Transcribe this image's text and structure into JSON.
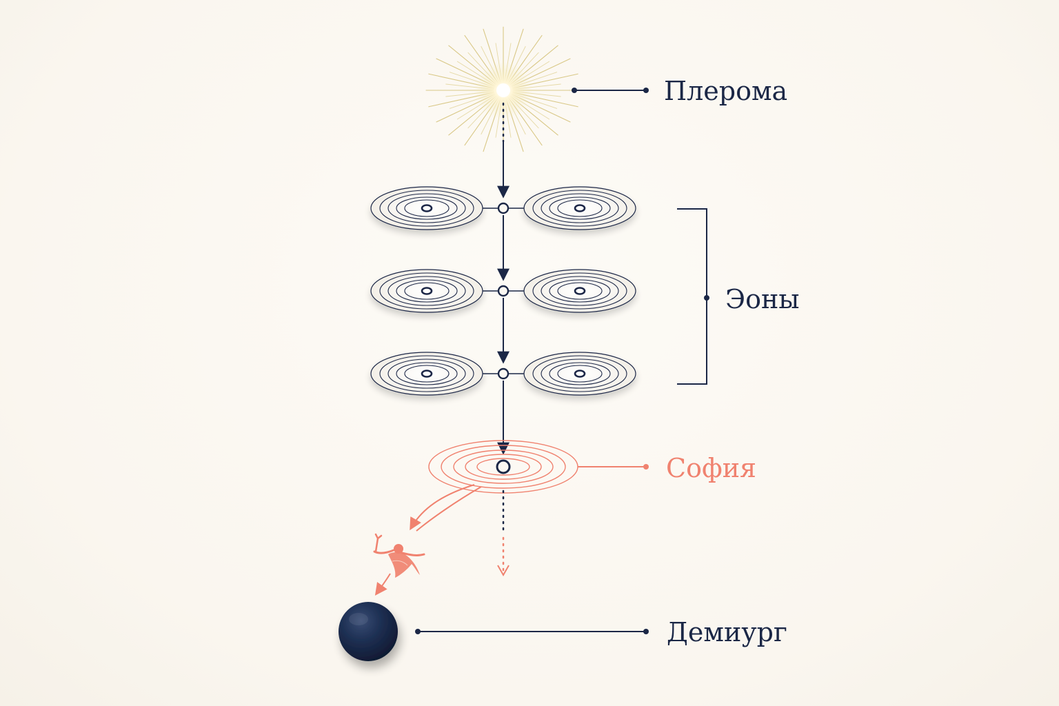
{
  "labels": {
    "pleroma": "Плерома",
    "aeons": "Эоны",
    "sophia": "София",
    "demiurge": "Демиург"
  },
  "colors": {
    "background": "#fbf8f2",
    "ink": "#1b2746",
    "accent": "#f0826f",
    "sun_rays": "#e9dca4",
    "sphere": "#1e2f52"
  },
  "icons": {
    "pleroma": "radiant-sun-icon",
    "aeon": "concentric-ellipse-icon",
    "sophia": "falling-figure-icon",
    "demiurge": "dark-sphere-icon"
  }
}
